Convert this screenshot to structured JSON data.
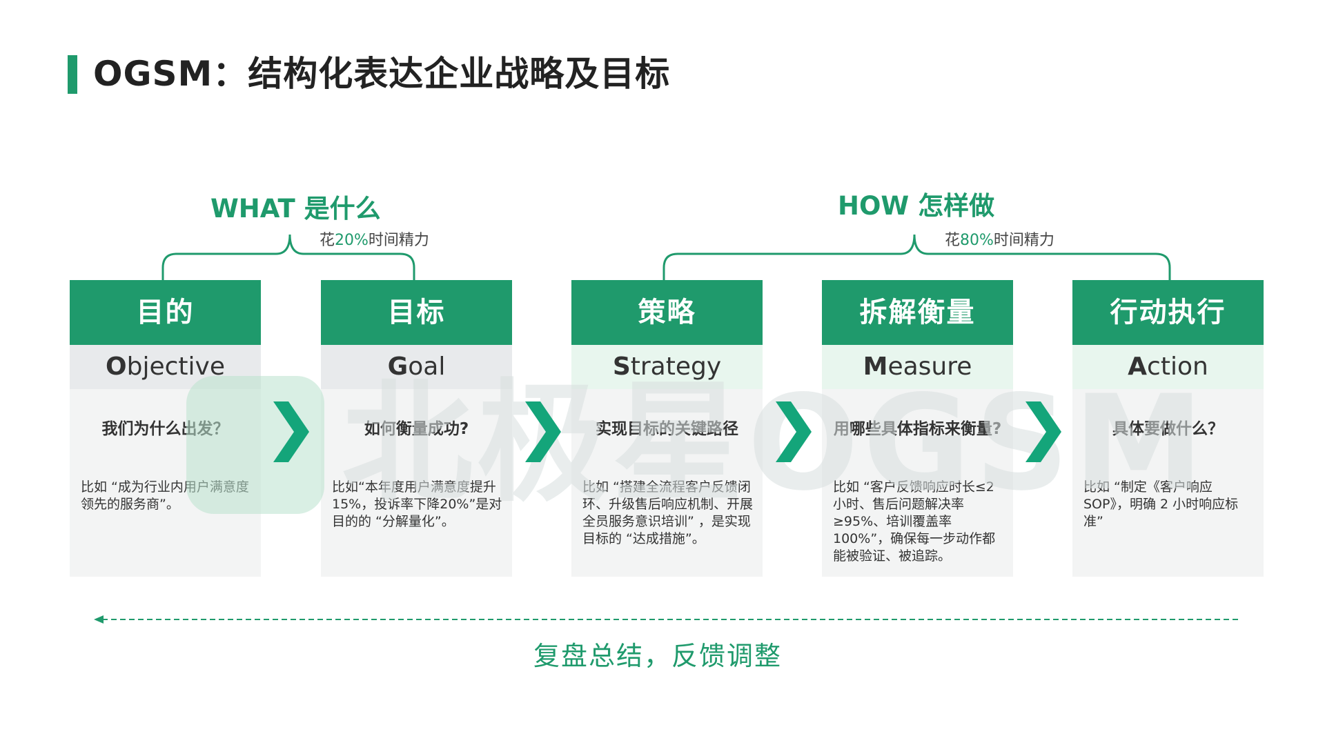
{
  "header": {
    "title": "OGSM：结构化表达企业战略及目标"
  },
  "groups": {
    "what": {
      "label": "WHAT 是什么",
      "time_prefix": "花",
      "time_pct": "20%",
      "time_suffix": "时间精力"
    },
    "how": {
      "label": "HOW 怎样做",
      "time_prefix": "花",
      "time_pct": "80%",
      "time_suffix": "时间精力"
    }
  },
  "cards": [
    {
      "title": "目的",
      "en_first": "O",
      "en_rest": "bjective",
      "question": "我们为什么出发？",
      "example": "比如 “成为行业内用户满意度领先的服务商”。"
    },
    {
      "title": "目标",
      "en_first": "G",
      "en_rest": "oal",
      "question": "如何衡量成功?",
      "example": "比如“本年度用户满意度提升15%，投诉率下降20%”是对目的的 “分解量化”。"
    },
    {
      "title": "策略",
      "en_first": "S",
      "en_rest": "trategy",
      "question": "实现目标的关键路径",
      "example": "比如 “搭建全流程客户反馈闭环、升级售后响应机制、开展全员服务意识培训” ，是实现目标的 “达成措施”。"
    },
    {
      "title": "拆解衡量",
      "en_first": "M",
      "en_rest": "easure",
      "question": "用哪些具体指标来衡量?",
      "example": "比如 “客户反馈响应时长≤2小时、售后问题解决率≥95%、培训覆盖率100%”，确保每一步动作都能被验证、被追踪。"
    },
    {
      "title": "行动执行",
      "en_first": "A",
      "en_rest": "ction",
      "question": "具体要做什么？",
      "example": "比如 “制定《客户响应SOP》，明确 2 小时响应标准”"
    }
  ],
  "watermark": {
    "text": "北极星OGSM"
  },
  "footer": {
    "feedback": "复盘总结，反馈调整"
  },
  "colors": {
    "accent": "#1f9a6c",
    "chevron": "#14a57a",
    "what_sub_bg": "#e8eaec",
    "how_sub_bg": "#e8f6ee"
  }
}
